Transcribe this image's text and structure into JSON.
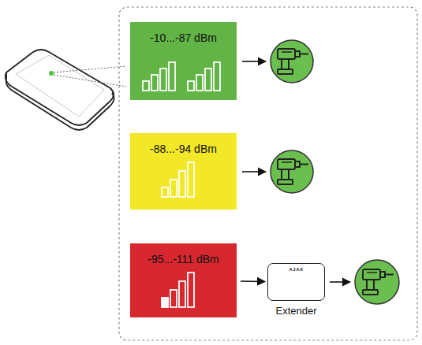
{
  "diagram": {
    "nodes": [
      {
        "text": [
          "-10...-87 dBm"
        ]
      },
      {
        "text": [
          "-88...-94 dBm"
        ]
      },
      {
        "text": [
          "-95...-111 dBm"
        ]
      },
      {
        "text": [
          "AJAX",
          "Extender"
        ]
      }
    ],
    "edges": [
      {
        "from": 2,
        "to": 3,
        "arrow": "to"
      }
    ]
  }
}
